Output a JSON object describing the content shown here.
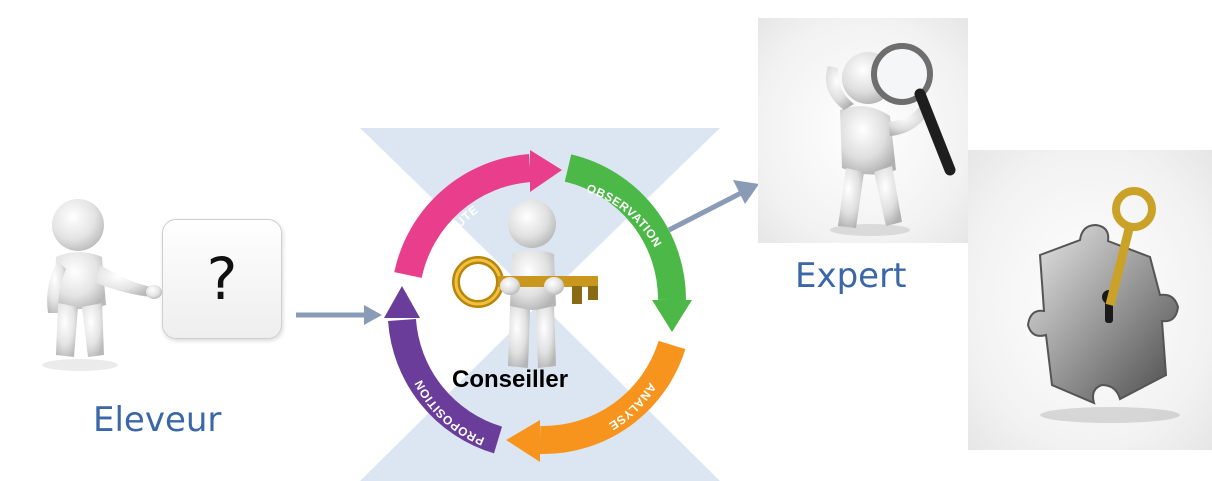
{
  "actors": {
    "eleveur": "Eleveur",
    "question_mark": "?",
    "expert": "Expert",
    "conseiller": "Conseiller"
  },
  "cycle": {
    "steps": [
      "ECOUTE",
      "OBSERVATION",
      "ANALYSE",
      "PROPOSITION"
    ]
  },
  "icons": [
    "person-pointing-icon",
    "question-box-icon",
    "person-with-key-icon",
    "person-with-magnifier-icon",
    "puzzle-key-icon",
    "arrow-icon"
  ],
  "colors": {
    "label": "#3b66a8",
    "arrow": "#8a9bb5",
    "hourglass": "#dce6f2",
    "ecoute": "#e83e8c",
    "observation": "#4cb848",
    "analyse": "#f7941d",
    "proposition": "#6a3d9a"
  }
}
